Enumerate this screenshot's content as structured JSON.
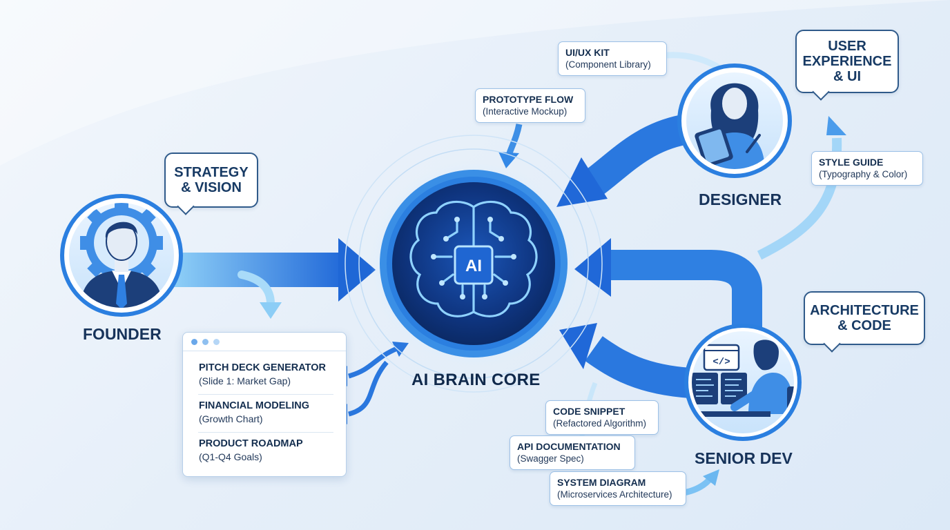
{
  "core": {
    "badge": "AI",
    "label": "AI BRAIN CORE"
  },
  "roles": {
    "founder": {
      "label": "FOUNDER",
      "bubble": [
        "STRATEGY",
        "& VISION"
      ]
    },
    "designer": {
      "label": "DESIGNER",
      "bubble": [
        "USER",
        "EXPERIENCE",
        "& UI"
      ]
    },
    "senior_dev": {
      "label": "SENIOR DEV",
      "bubble": [
        "ARCHITECTURE",
        "& CODE"
      ]
    }
  },
  "founder_panel": {
    "items": [
      {
        "title": "PITCH DECK GENERATOR",
        "subtitle": "(Slide 1: Market Gap)"
      },
      {
        "title": "FINANCIAL MODELING",
        "subtitle": "(Growth Chart)"
      },
      {
        "title": "PRODUCT ROADMAP",
        "subtitle": "(Q1-Q4 Goals)"
      }
    ]
  },
  "designer_chips": {
    "uiux_kit": {
      "title": "UI/UX KIT",
      "subtitle": "(Component Library)"
    },
    "prototype_flow": {
      "title": "PROTOTYPE FLOW",
      "subtitle": "(Interactive Mockup)"
    },
    "style_guide": {
      "title": "STYLE GUIDE",
      "subtitle": "(Typography & Color)"
    }
  },
  "dev_chips": {
    "code_snippet": {
      "title": "CODE SNIPPET",
      "subtitle": "(Refactored Algorithm)"
    },
    "api_docs": {
      "title": "API DOCUMENTATION",
      "subtitle": "(Swagger Spec)"
    },
    "system_diagram": {
      "title": "SYSTEM DIAGRAM",
      "subtitle": "(Microservices Architecture)"
    }
  },
  "dev_screen_glyph": "</>",
  "colors": {
    "arrow_light": "#7cc2f4",
    "arrow_mid": "#3d93e8",
    "arrow_dark": "#1f67d6",
    "ring": "#2b7fe0",
    "core_dark": "#0e2f6e",
    "navy": "#17335a"
  }
}
